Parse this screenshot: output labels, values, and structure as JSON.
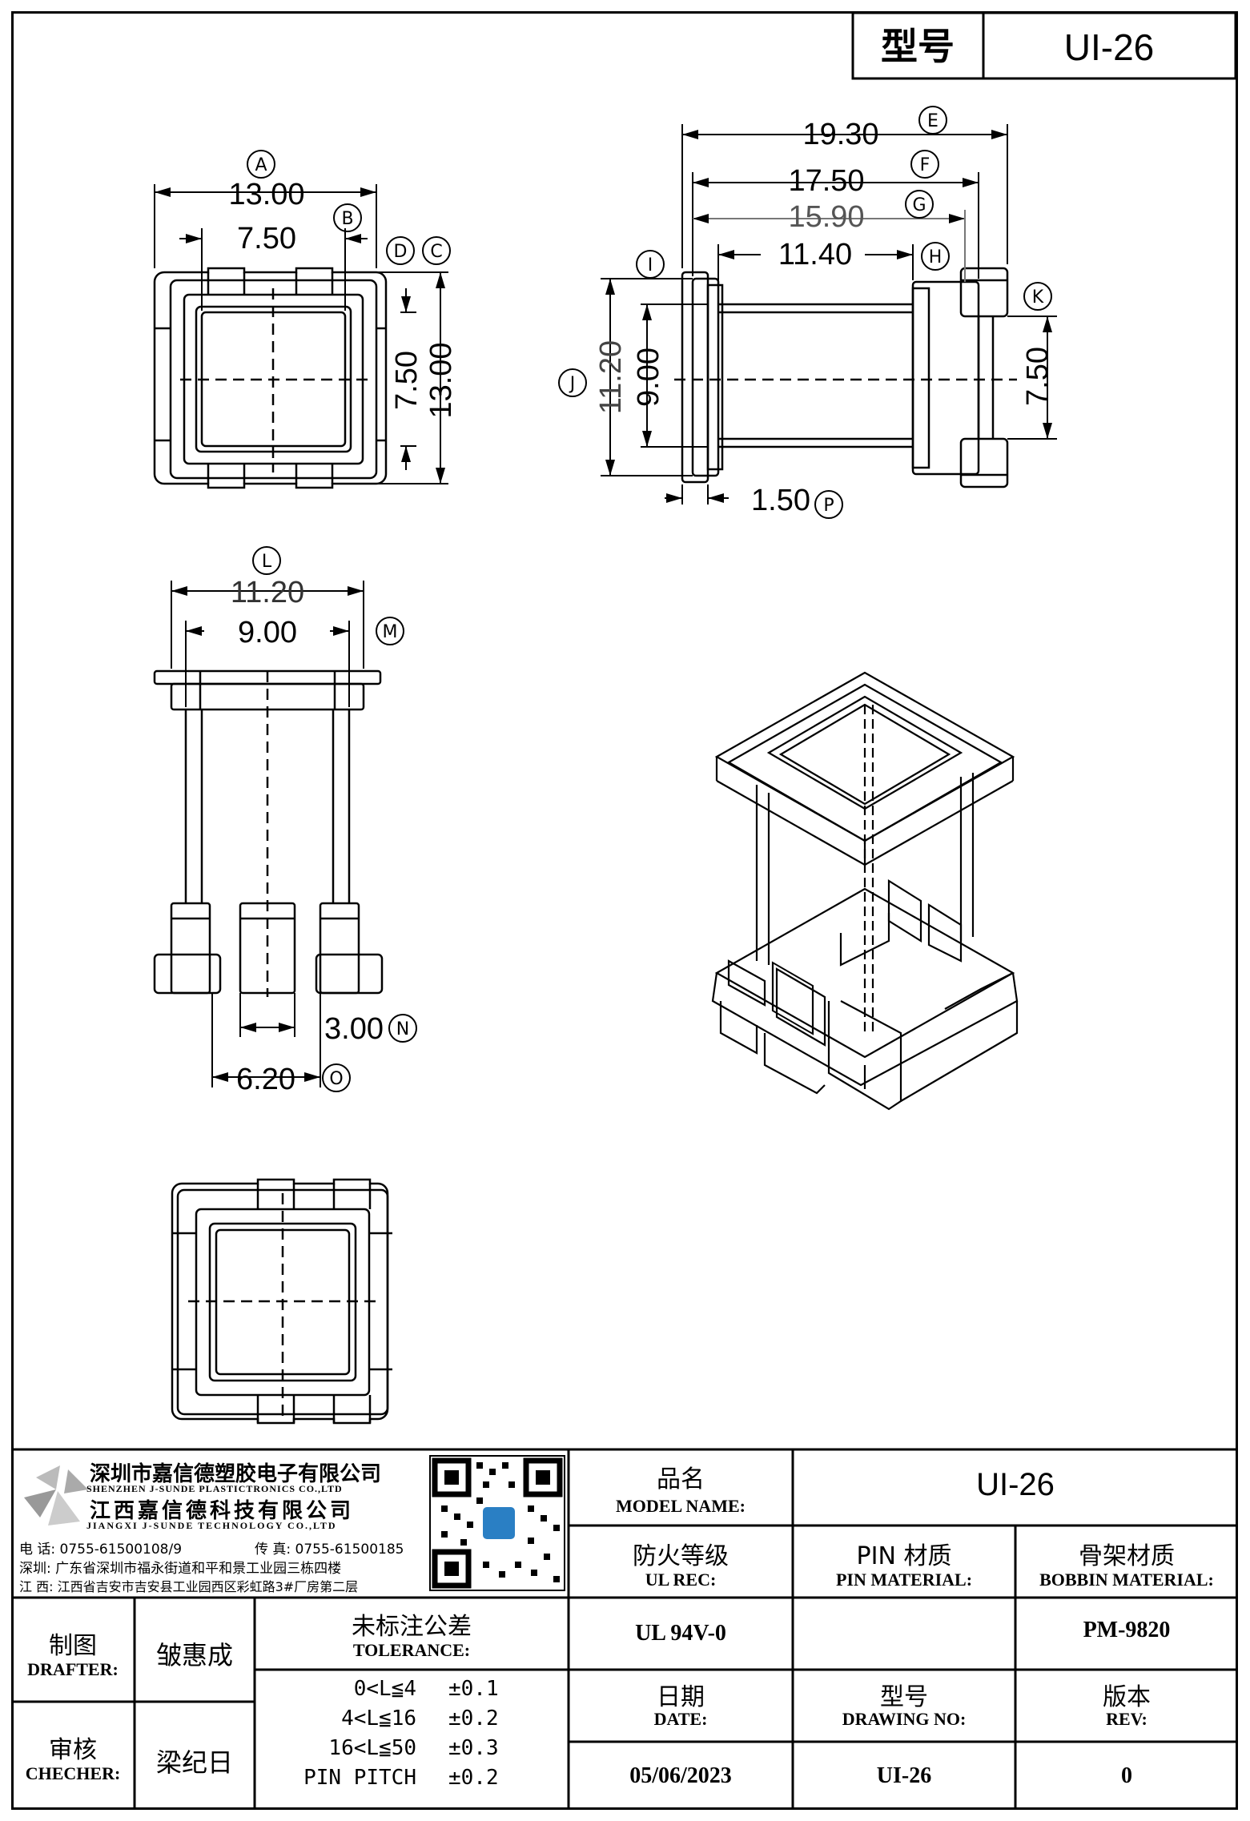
{
  "header": {
    "model_label": "型号",
    "model_value": "UI-26"
  },
  "dimensions": {
    "A": "13.00",
    "B": "7.50",
    "C": "13.00",
    "D": "7.50",
    "E": "19.30",
    "F": "17.50",
    "G": "15.90",
    "H": "11.40",
    "I": "9.00",
    "J": "11.20",
    "K": "7.50",
    "P": "1.50",
    "L": "11.20",
    "M": "9.00",
    "N": "3.00",
    "O": "6.20"
  },
  "markers": [
    "A",
    "B",
    "C",
    "D",
    "E",
    "F",
    "G",
    "H",
    "I",
    "J",
    "K",
    "L",
    "M",
    "N",
    "O",
    "P"
  ],
  "company": {
    "name_sz": "深圳市嘉信德塑胶电子有限公司",
    "name_sz_en": "SHENZHEN J-SUNDE PLASTICTRONICS CO.,LTD",
    "name_jx": "江西嘉信德科技有限公司",
    "name_jx_en": "JIANGXI J-SUNDE TECHNOLOGY CO.,LTD",
    "phone": "电 话: 0755-61500108/9",
    "fax": "传 真: 0755-61500185",
    "addr_sz": "深圳: 广东省深圳市福永街道和平和景工业园三栋四楼",
    "addr_jx": "江 西: 江西省吉安市吉安县工业园西区彩虹路3#厂房第二层"
  },
  "title_block": {
    "model_name_cn": "品名",
    "model_name_en": "MODEL NAME:",
    "model_name_value": "UI-26",
    "ul_cn": "防火等级",
    "ul_en": "UL REC:",
    "ul_value": "UL 94V-0",
    "pin_cn": "PIN 材质",
    "pin_en": "PIN MATERIAL:",
    "pin_value": "",
    "bobbin_cn": "骨架材质",
    "bobbin_en": "BOBBIN MATERIAL:",
    "bobbin_value": "PM-9820",
    "drafter_cn": "制图",
    "drafter_en": "DRAFTER:",
    "drafter_value": "皱惠成",
    "checker_cn": "审核",
    "checker_en": "CHECHER:",
    "checker_value": "梁纪日",
    "tolerance_cn": "未标注公差",
    "tolerance_en": "TOLERANCE:",
    "tolerances": [
      {
        "range": "0<L≦4",
        "value": "±0.1"
      },
      {
        "range": "4<L≦16",
        "value": "±0.2"
      },
      {
        "range": "16<L≦50",
        "value": "±0.3"
      },
      {
        "range": "PIN PITCH",
        "value": "±0.2"
      }
    ],
    "date_cn": "日期",
    "date_en": "DATE:",
    "date_value": "05/06/2023",
    "drawing_cn": "型号",
    "drawing_en": "DRAWING NO:",
    "drawing_value": "UI-26",
    "rev_cn": "版本",
    "rev_en": "REV:",
    "rev_value": "0"
  }
}
